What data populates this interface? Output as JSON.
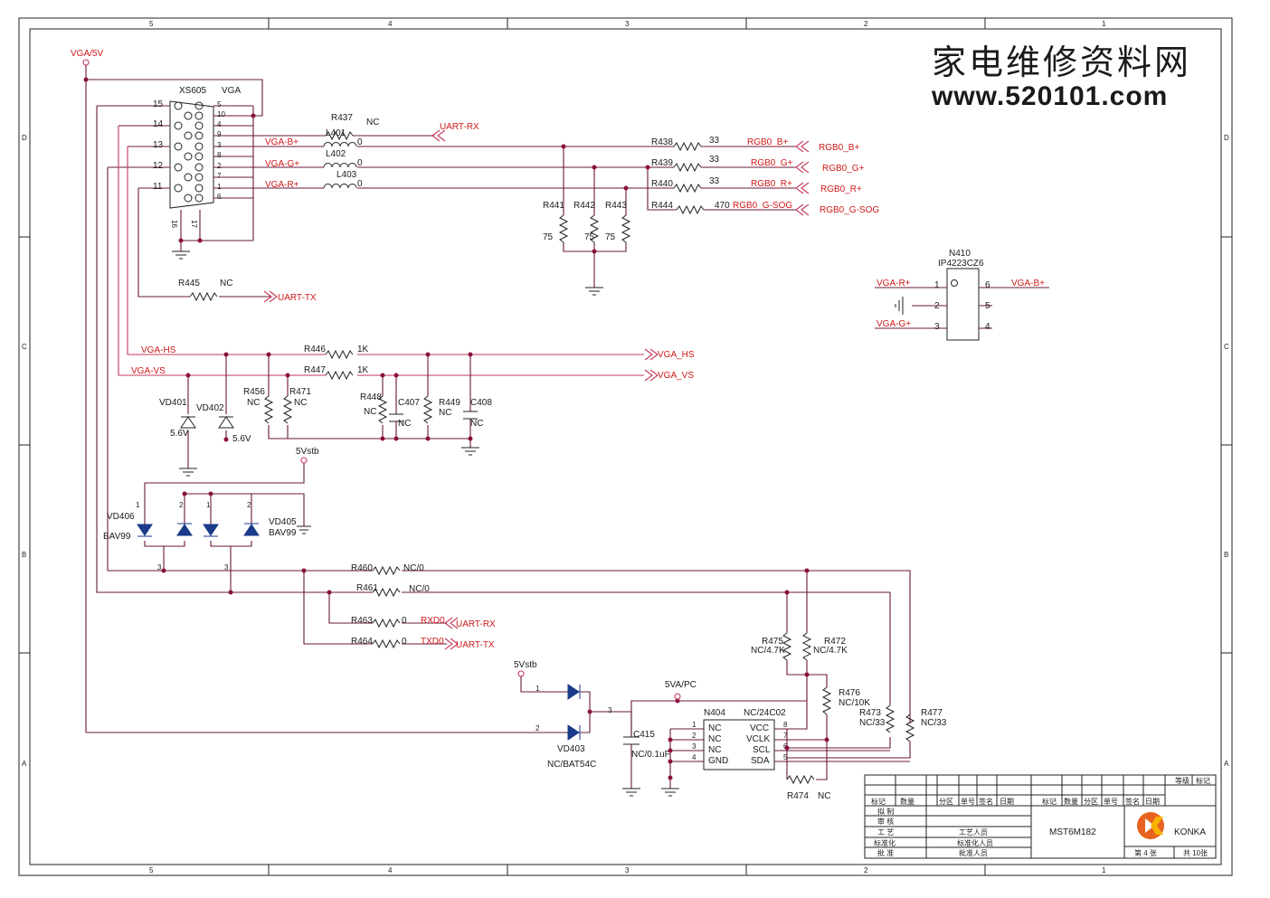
{
  "watermark": {
    "cn": "家电维修资料网",
    "url": "www.520101.com"
  },
  "frame": {
    "cols": [
      "5",
      "4",
      "3",
      "2",
      "1"
    ],
    "rows": [
      "D",
      "C",
      "B",
      "A"
    ]
  },
  "power": {
    "vga5v": "VGA/5V",
    "v5stb_a": "5Vstb",
    "v5stb_b": "5Vstb",
    "v5vapc": "5VA/PC"
  },
  "connector": {
    "ref": "XS605",
    "type": "VGA",
    "inner_pins": [
      "5",
      "10",
      "4",
      "9",
      "3",
      "8",
      "2",
      "7",
      "1",
      "6"
    ],
    "outer_pins": [
      "15",
      "14",
      "13",
      "12",
      "11"
    ],
    "bottom_pins": [
      "16",
      "17"
    ],
    "nets": [
      "VGA-B+",
      "VGA-G+",
      "VGA-R+"
    ]
  },
  "parts": {
    "r437": "R437",
    "r437v": "NC",
    "uart_rx": "UART-RX",
    "l401": "L401",
    "l402": "L402",
    "l403": "L403",
    "lzero": "0",
    "r438": "R438",
    "r439": "R439",
    "r440": "R440",
    "r444": "R444",
    "v33": "33",
    "v470": "470",
    "rgb_b": "RGB0_B+",
    "rgb_g": "RGB0_G+",
    "rgb_r": "RGB0_R+",
    "rgb_sog": "RGB0_G-SOG",
    "r441": "R441",
    "r442": "R442",
    "r443": "R443",
    "v75": "75",
    "r445": "R445",
    "r445v": "NC",
    "uart_tx": "UART-TX",
    "hs": "VGA-HS",
    "vs": "VGA-VS",
    "out_hs": "VGA_HS",
    "out_vs": "VGA_VS",
    "r446": "R446",
    "r447": "R447",
    "v1k": "1K",
    "r456": "R456",
    "r471": "R471",
    "r448": "R448",
    "c407": "C407",
    "r449": "R449",
    "c408": "C408",
    "nc": "NC",
    "vd401": "VD401",
    "vd402": "VD402",
    "v56": "5.6V",
    "vd406": "VD406",
    "vd405": "VD405",
    "bav99": "BAV99",
    "two": "2",
    "three": "3",
    "one": "1",
    "r460": "R460",
    "r460v": "NC/0",
    "r461": "R461",
    "r461v": "NC/0",
    "r463": "R463",
    "r464": "R464",
    "zero": "0",
    "rxd0": "RXD0",
    "txd0": "TXD0",
    "r475": "R475",
    "r475v": "NC/4.7K",
    "r472": "R472",
    "r472v": "NC/4.7K",
    "r476": "R476",
    "r476v": "NC/10K",
    "r473": "R473",
    "r473v": "NC/33",
    "r477": "R477",
    "r477v": "NC/33",
    "vd403": "VD403",
    "vd403v": "NC/BAT54C",
    "c415": "C415",
    "c415v": "NC/0.1uF",
    "r474": "R474",
    "r474v": "NC"
  },
  "n410": {
    "ref": "N410",
    "part": "IP4223CZ6",
    "left": [
      "VGA-R+",
      "",
      "VGA-G+"
    ],
    "right": [
      "VGA-B+",
      "",
      ""
    ],
    "pins_l": [
      "1",
      "2",
      "3"
    ],
    "pins_r": [
      "6",
      "5",
      "4"
    ]
  },
  "n404": {
    "ref": "N404",
    "part": "NC/24C02",
    "left": [
      "NC",
      "NC",
      "NC",
      "GND"
    ],
    "right": [
      "VCC",
      "VCLK",
      "SCL",
      "SDA"
    ],
    "pins_l": [
      "1",
      "2",
      "3",
      "4"
    ],
    "pins_r": [
      "8",
      "7",
      "6",
      "5"
    ]
  },
  "title_block": {
    "grade": "等级",
    "mark": "标记",
    "cols": [
      "标记",
      "数量",
      "分区",
      "单号",
      "签名",
      "日期"
    ],
    "roles": [
      "拟 制",
      "审 核",
      "工 艺",
      "标准化",
      "批 准"
    ],
    "people": [
      "工艺人员",
      "标准化人员",
      "批准人员"
    ],
    "model": "MST6M182",
    "brand": "KONKA",
    "sheet": "第 4 张",
    "total": "共 10张"
  }
}
